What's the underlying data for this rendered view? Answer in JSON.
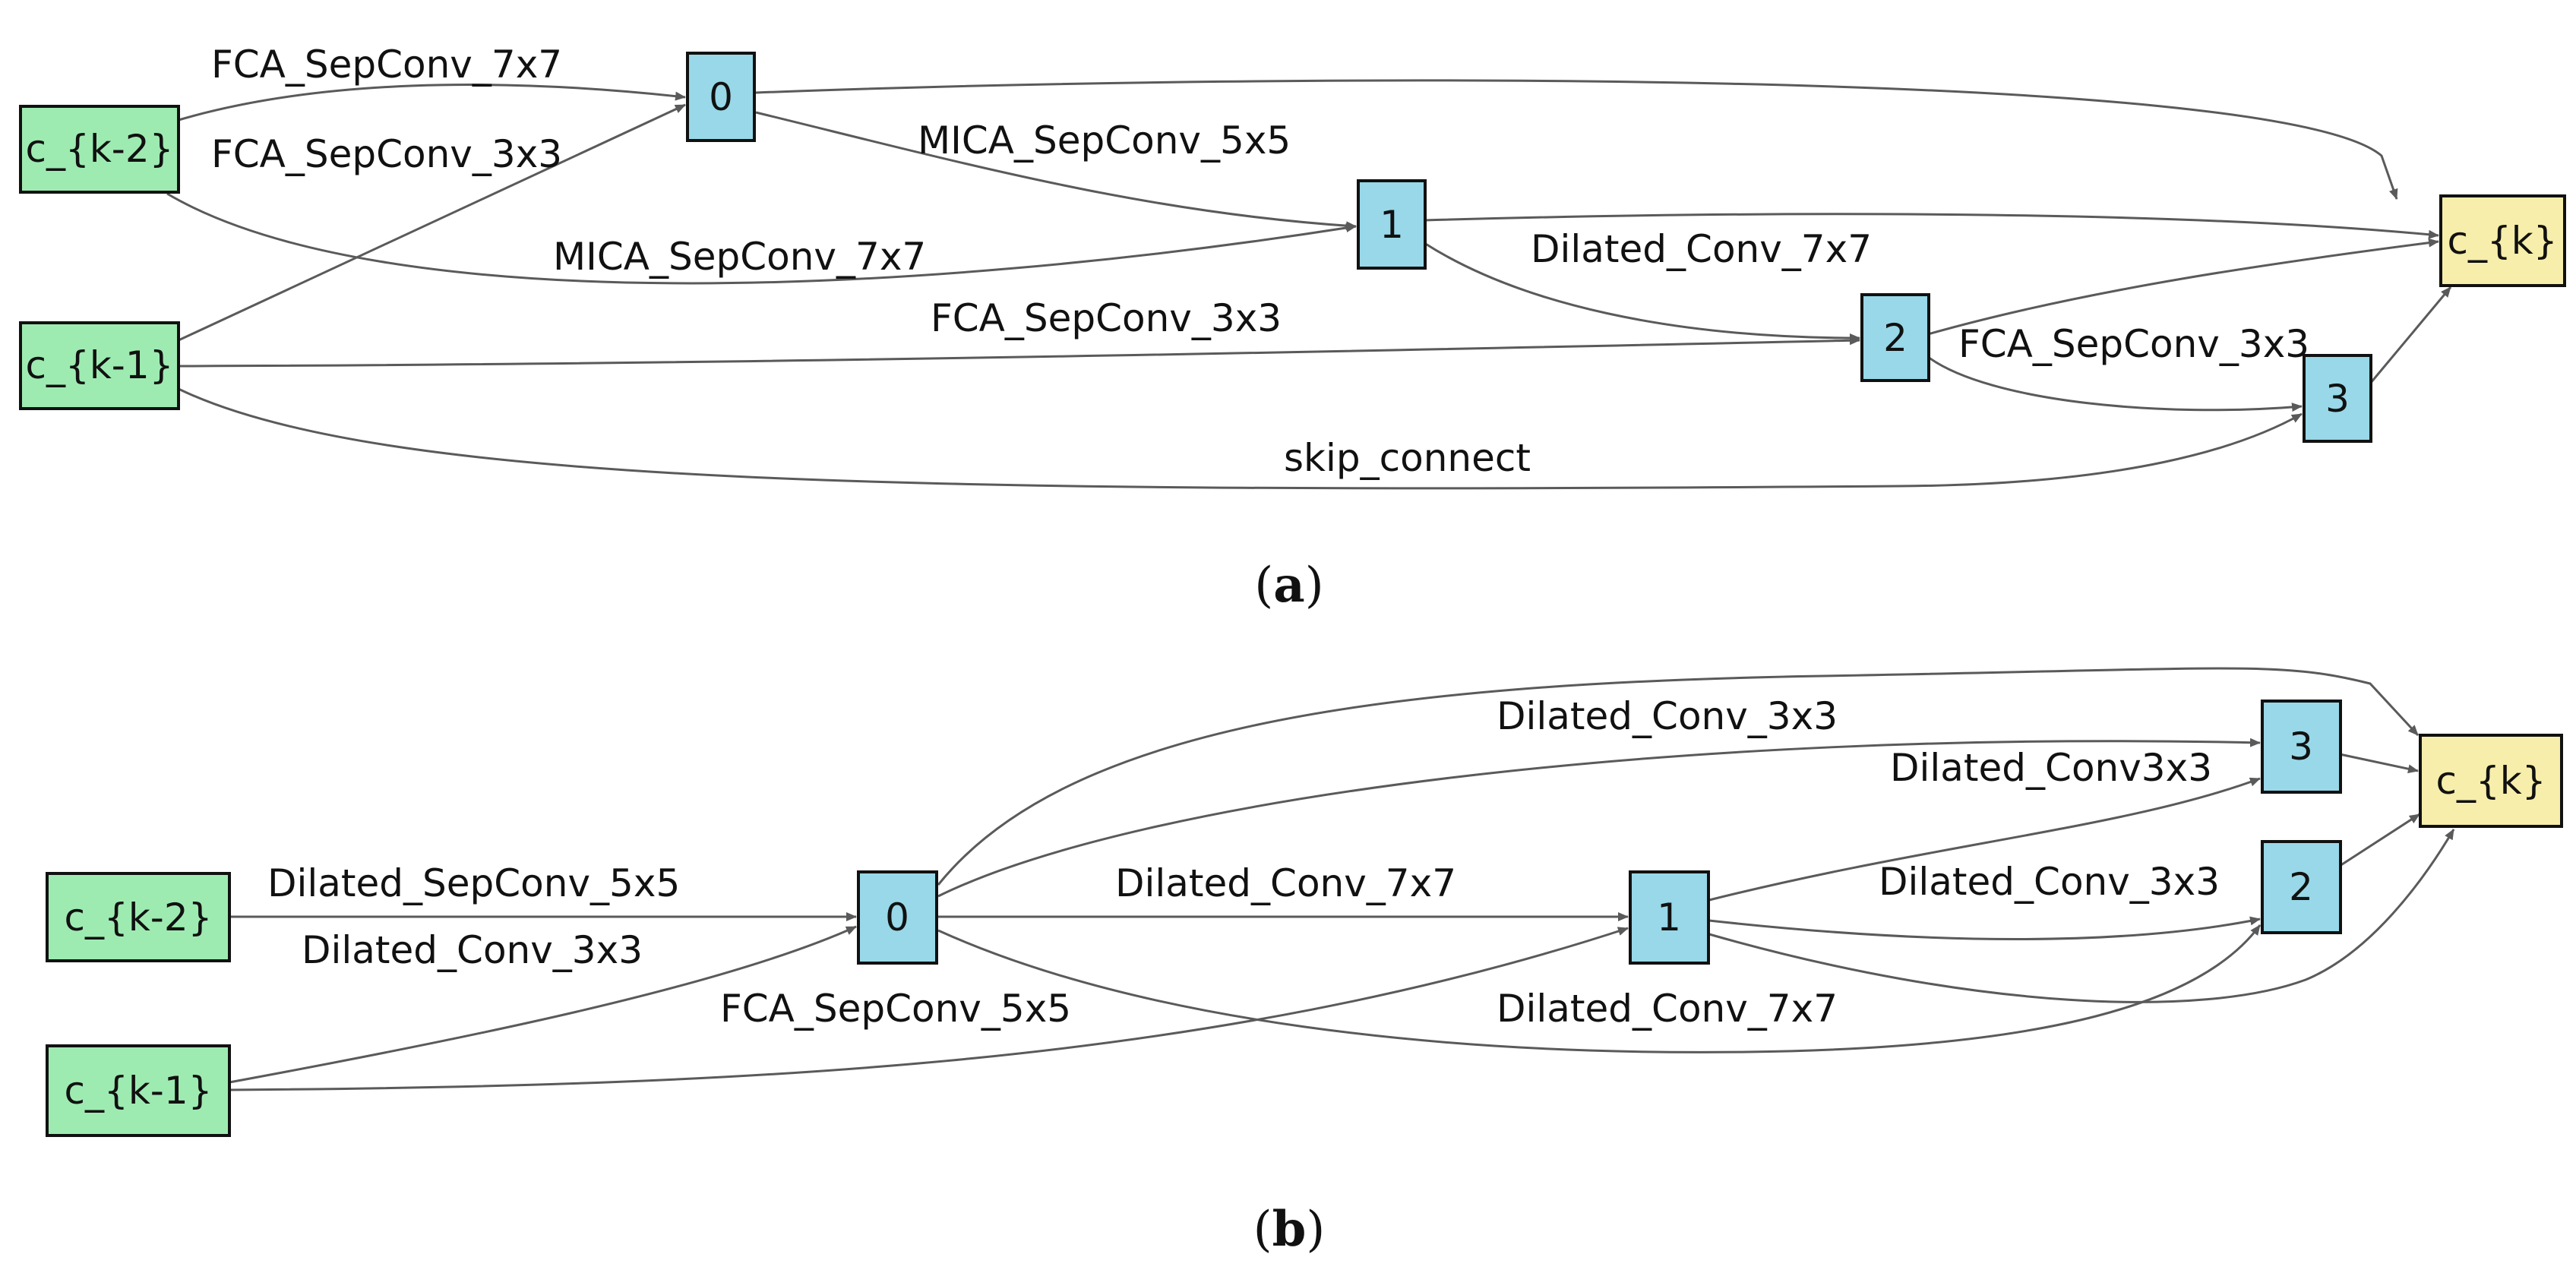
{
  "colors": {
    "input_node": "#9eebb2",
    "intermediate_node": "#98d8e8",
    "output_node": "#f6eeaa",
    "edge": "#5a5a5a",
    "border": "#111111"
  },
  "diagrams": [
    {
      "caption": {
        "open": "(",
        "letter": "a",
        "close": ")"
      },
      "nodes": {
        "ck2": "c_{k-2}",
        "ck1": "c_{k-1}",
        "n0": "0",
        "n1": "1",
        "n2": "2",
        "n3": "3",
        "ck": "c_{k}"
      },
      "edges": [
        {
          "from": "ck2",
          "to": "n0",
          "label": "FCA_SepConv_7x7"
        },
        {
          "from": "ck1",
          "to": "n0",
          "label": "FCA_SepConv_3x3"
        },
        {
          "from": "n0",
          "to": "n1",
          "label": "MICA_SepConv_5x5"
        },
        {
          "from": "ck2",
          "to": "n1",
          "label": "MICA_SepConv_7x7"
        },
        {
          "from": "n1",
          "to": "n2",
          "label": "Dilated_Conv_7x7"
        },
        {
          "from": "ck1",
          "to": "n2",
          "label": "FCA_SepConv_3x3"
        },
        {
          "from": "n2",
          "to": "n3",
          "label": "FCA_SepConv_3x3"
        },
        {
          "from": "ck1",
          "to": "n3",
          "label": "skip_connect"
        },
        {
          "from": "n0",
          "to": "ck",
          "label": ""
        },
        {
          "from": "n1",
          "to": "ck",
          "label": ""
        },
        {
          "from": "n2",
          "to": "ck",
          "label": ""
        },
        {
          "from": "n3",
          "to": "ck",
          "label": ""
        }
      ]
    },
    {
      "caption": {
        "open": "(",
        "letter": "b",
        "close": ")"
      },
      "nodes": {
        "ck2": "c_{k-2}",
        "ck1": "c_{k-1}",
        "n0": "0",
        "n1": "1",
        "n2": "2",
        "n3": "3",
        "ck": "c_{k}"
      },
      "edges": [
        {
          "from": "ck2",
          "to": "n0",
          "label": "Dilated_SepConv_5x5"
        },
        {
          "from": "ck1",
          "to": "n0",
          "label": "Dilated_Conv_3x3"
        },
        {
          "from": "n0",
          "to": "n1",
          "label": "Dilated_Conv_7x7"
        },
        {
          "from": "ck1",
          "to": "n1",
          "label": "FCA_SepConv_5x5"
        },
        {
          "from": "n0",
          "to": "n3",
          "label": "Dilated_Conv_3x3"
        },
        {
          "from": "n1",
          "to": "n3",
          "label": "Dilated_Conv3x3"
        },
        {
          "from": "n1",
          "to": "n2",
          "label": "Dilated_Conv_3x3"
        },
        {
          "from": "n0",
          "to": "n2",
          "label": "Dilated_Conv_7x7"
        },
        {
          "from": "n0",
          "to": "ck",
          "label": ""
        },
        {
          "from": "n3",
          "to": "ck",
          "label": ""
        },
        {
          "from": "n2",
          "to": "ck",
          "label": ""
        },
        {
          "from": "n1",
          "to": "ck",
          "label": ""
        }
      ]
    }
  ]
}
